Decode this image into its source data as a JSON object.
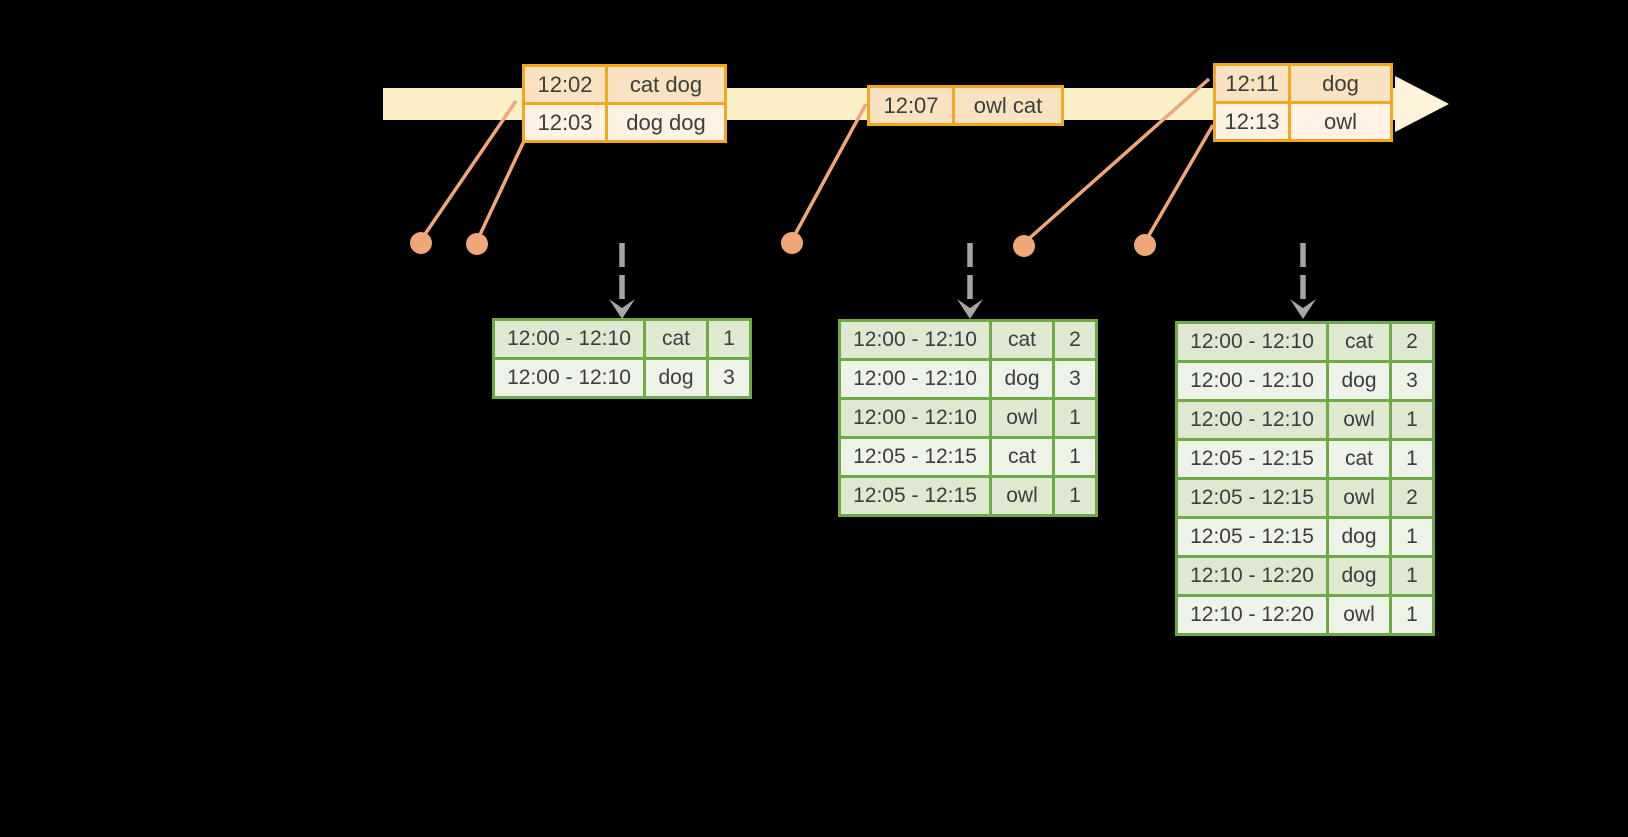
{
  "diagram": {
    "kind": "event-timeline-with-windowed-aggregation-results",
    "background_color": "#000000"
  },
  "colors": {
    "timeline_band": "#fbf0c8",
    "timeline_arrowhead": "#fdf4da",
    "event_table_border": "#f0a81e",
    "event_row_dark": "#fbe2c2",
    "event_row_light": "#fdf2e3",
    "event_dot_and_connector": "#f0a678",
    "trigger_arrow": "#a6a6a6",
    "result_table_border": "#6eaa46",
    "result_row_dark": "#dfe9d2",
    "result_row_light": "#eef3ea",
    "cell_text": "#3d3d3d"
  },
  "event_tables": [
    {
      "rows": [
        [
          "12:02",
          "cat dog"
        ],
        [
          "12:03",
          "dog dog"
        ]
      ]
    },
    {
      "rows": [
        [
          "12:07",
          "owl cat"
        ]
      ]
    },
    {
      "rows": [
        [
          "12:11",
          "dog"
        ],
        [
          "12:13",
          "owl"
        ]
      ]
    }
  ],
  "result_tables": [
    {
      "rows": [
        [
          "12:00 - 12:10",
          "cat",
          "1"
        ],
        [
          "12:00 - 12:10",
          "dog",
          "3"
        ]
      ]
    },
    {
      "rows": [
        [
          "12:00 - 12:10",
          "cat",
          "2"
        ],
        [
          "12:00 - 12:10",
          "dog",
          "3"
        ],
        [
          "12:00 - 12:10",
          "owl",
          "1"
        ],
        [
          "12:05 - 12:15",
          "cat",
          "1"
        ],
        [
          "12:05 - 12:15",
          "owl",
          "1"
        ]
      ]
    },
    {
      "rows": [
        [
          "12:00 - 12:10",
          "cat",
          "2"
        ],
        [
          "12:00 - 12:10",
          "dog",
          "3"
        ],
        [
          "12:00 - 12:10",
          "owl",
          "1"
        ],
        [
          "12:05 - 12:15",
          "cat",
          "1"
        ],
        [
          "12:05 - 12:15",
          "owl",
          "2"
        ],
        [
          "12:05 - 12:15",
          "dog",
          "1"
        ],
        [
          "12:10 - 12:20",
          "dog",
          "1"
        ],
        [
          "12:10 - 12:20",
          "owl",
          "1"
        ]
      ]
    }
  ]
}
